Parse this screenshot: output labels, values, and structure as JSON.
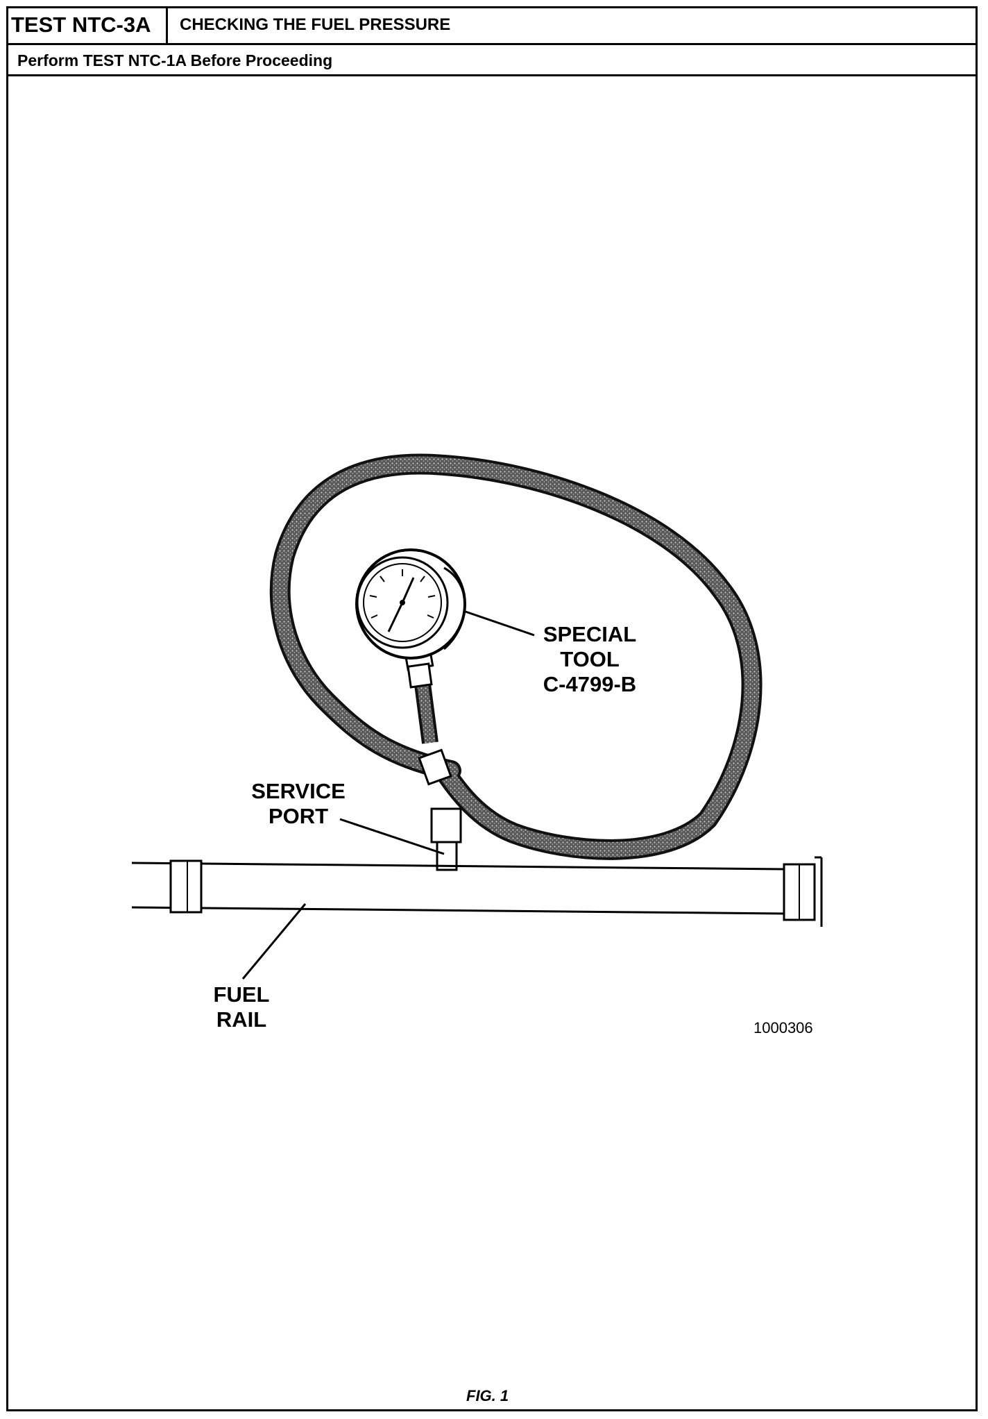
{
  "header": {
    "test_id": "TEST NTC-3A",
    "test_title": "CHECKING THE FUEL PRESSURE",
    "prerequisite": "Perform TEST NTC-1A Before Proceeding"
  },
  "figure": {
    "labels": {
      "special_tool_line1": "SPECIAL",
      "special_tool_line2": "TOOL",
      "special_tool_line3": "C-4799-B",
      "service_port_line1": "SERVICE",
      "service_port_line2": "PORT",
      "fuel_rail_line1": "FUEL",
      "fuel_rail_line2": "RAIL"
    },
    "figure_number": "1000306",
    "caption": "FIG. 1"
  }
}
